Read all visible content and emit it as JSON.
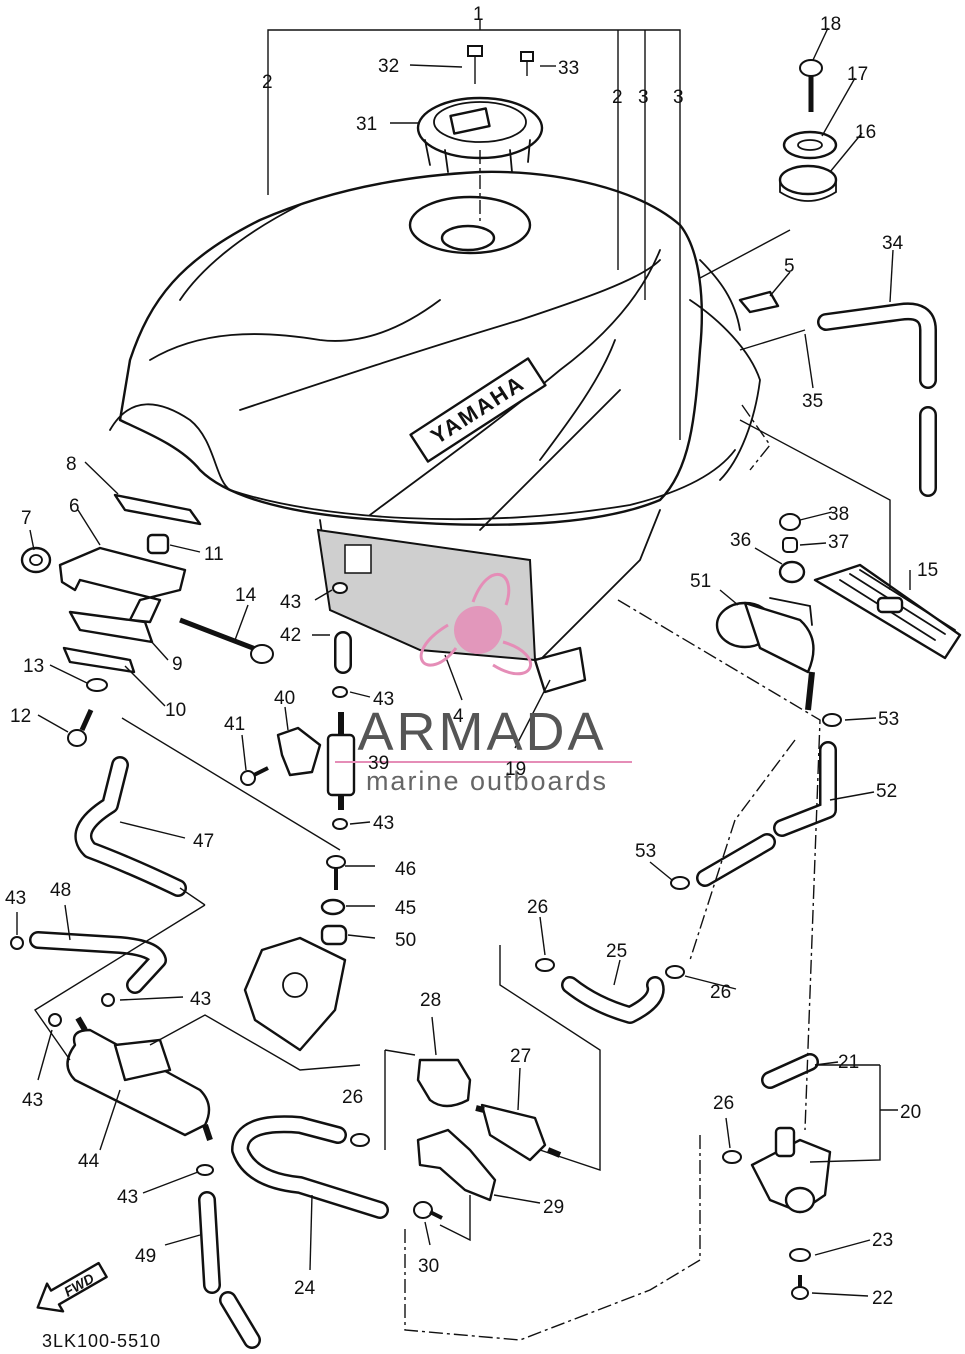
{
  "diagram": {
    "ref_code": "3LK100-5510",
    "fwd_arrow_label": "FWD",
    "tank_brand_label": "YAMAHA",
    "watermark": {
      "brand": "ARMADA",
      "tagline": "marine outboards",
      "brand_color": "#e58db7",
      "text_color": "#555555"
    },
    "callouts": [
      "1",
      "2",
      "2",
      "3",
      "3",
      "32",
      "33",
      "31",
      "18",
      "17",
      "16",
      "34",
      "5",
      "35",
      "8",
      "7",
      "6",
      "11",
      "14",
      "9",
      "13",
      "10",
      "12",
      "43",
      "42",
      "43",
      "40",
      "41",
      "39",
      "43",
      "4",
      "19",
      "36",
      "38",
      "37",
      "51",
      "15",
      "53",
      "52",
      "47",
      "46",
      "45",
      "50",
      "43",
      "48",
      "43",
      "43",
      "44",
      "43",
      "49",
      "24",
      "26",
      "28",
      "27",
      "29",
      "30",
      "25",
      "26",
      "26",
      "53",
      "21",
      "20",
      "26",
      "23",
      "22"
    ]
  }
}
